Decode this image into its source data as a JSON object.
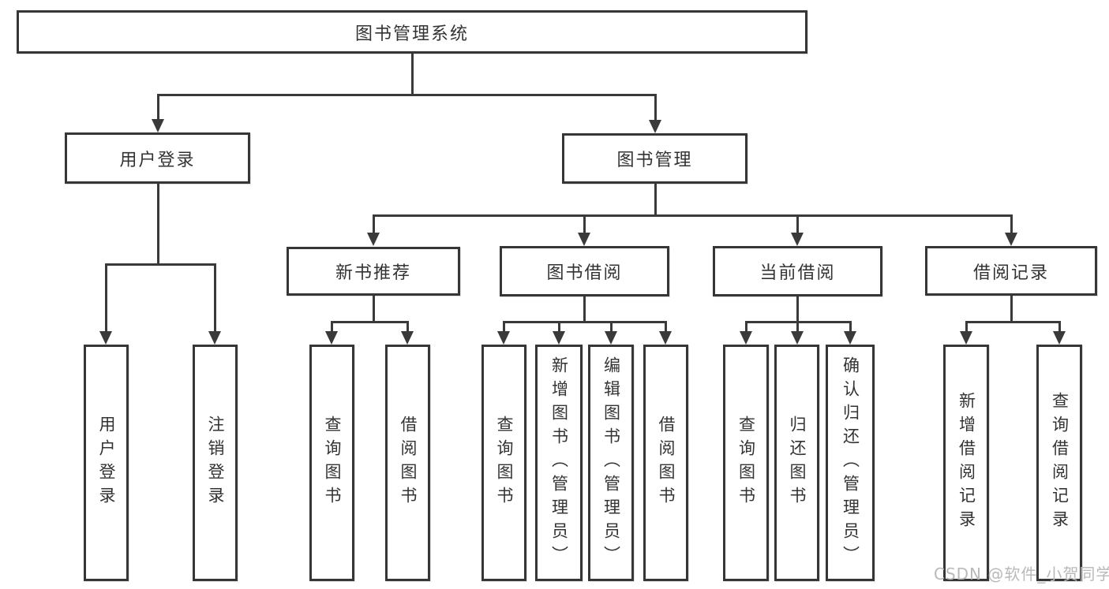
{
  "diagram": {
    "title": "图书管理系统",
    "root": {
      "label": "图书管理系统"
    },
    "level2": {
      "user_login": {
        "label": "用户登录"
      },
      "book_management": {
        "label": "图书管理"
      }
    },
    "level3": {
      "new_book_recommend": {
        "label": "新书推荐"
      },
      "book_borrowing": {
        "label": "图书借阅"
      },
      "current_borrowing": {
        "label": "当前借阅"
      },
      "borrowing_records": {
        "label": "借阅记录"
      }
    },
    "leaves": {
      "user_login": [
        "用户登录",
        "注销登录"
      ],
      "new_book_recommend": [
        "查询图书",
        "借阅图书"
      ],
      "book_borrowing": [
        "查询图书",
        "新增图书（管理员）",
        "编辑图书（管理员）",
        "借阅图书"
      ],
      "current_borrowing": [
        "查询图书",
        "归还图书",
        "确认归还（管理员）"
      ],
      "borrowing_records": [
        "新增借阅记录",
        "查询借阅记录"
      ]
    }
  },
  "watermark": {
    "text": "CSDN @软件_小贺同学"
  },
  "colors": {
    "line": "#3a3a3a",
    "box_border": "#363636",
    "text": "#333333",
    "background": "#ffffff",
    "watermark": "#b9b9b9"
  }
}
